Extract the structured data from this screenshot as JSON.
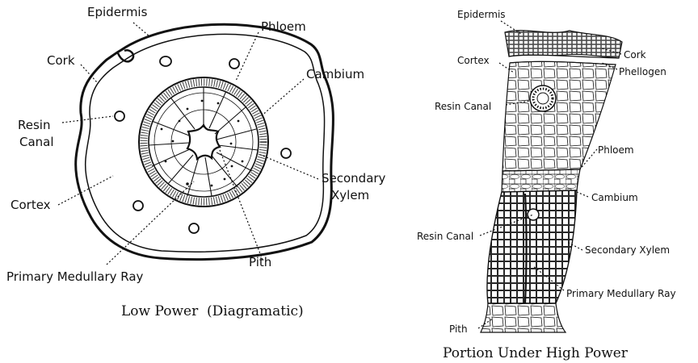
{
  "left_panel": {
    "labels": {
      "epidermis": "Epidermis",
      "phloem": "Phloem",
      "cork": "Cork",
      "cambium": "Cambium",
      "resin": "Resin",
      "canal": "Canal",
      "secondary": "Secondary",
      "xylem": "Xylem",
      "cortex": "Cortex",
      "pith": "Pith",
      "primary_medullary_ray": "Primary Medullary Ray"
    },
    "caption": "Low Power  (Diagramatic)"
  },
  "right_panel": {
    "labels": {
      "epidermis": "Epidermis",
      "cork": "Cork",
      "cortex": "Cortex",
      "phellogen": "Phellogen",
      "resin_canal_upper": "Resin Canal",
      "phloem": "Phloem",
      "cambium": "Cambium",
      "resin_canal_lower": "Resin Canal",
      "secondary_xylem": "Secondary Xylem",
      "primary_medullary_ray": "Primary Medullary Ray",
      "pith": "Pith"
    },
    "caption": "Portion Under High Power"
  }
}
